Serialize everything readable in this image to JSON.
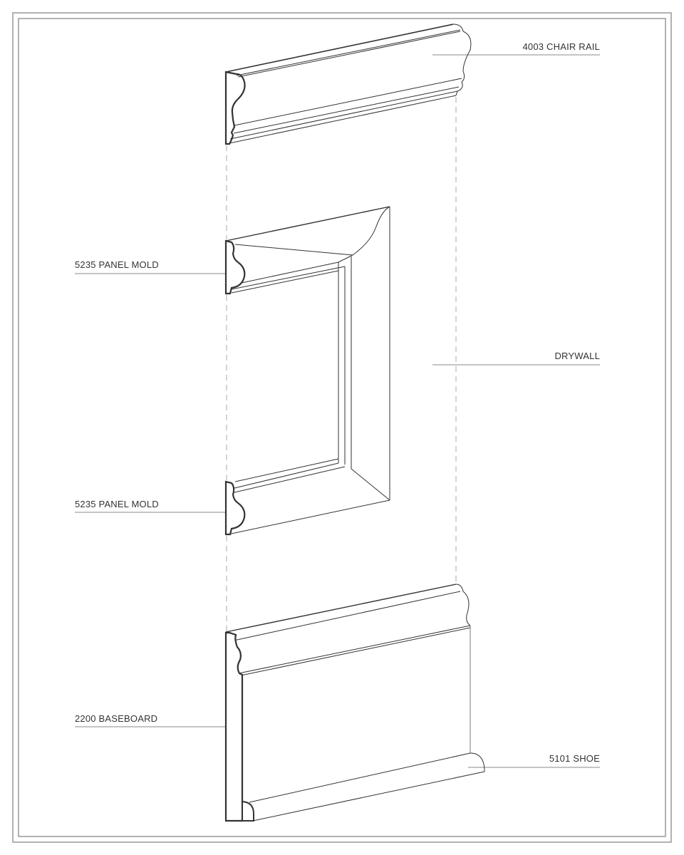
{
  "labels": {
    "chair_rail": "4003 CHAIR RAIL",
    "panel_mold_top": "5235 PANEL MOLD",
    "drywall": "DRYWALL",
    "panel_mold_bottom": "5235 PANEL MOLD",
    "baseboard": "2200 BASEBOARD",
    "shoe": "5101 SHOE"
  },
  "colors": {
    "line": "#222222",
    "leader": "#888888",
    "border": "#999999"
  }
}
